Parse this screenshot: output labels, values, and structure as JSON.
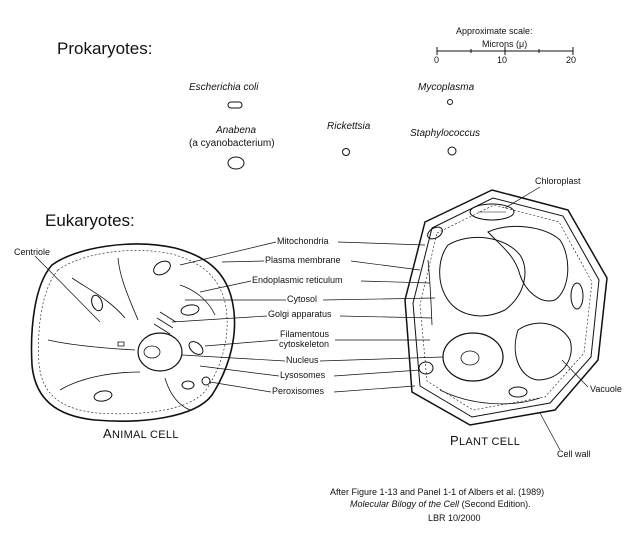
{
  "headings": {
    "prokaryotes": "Prokaryotes:",
    "eukaryotes": "Eukaryotes:"
  },
  "scale": {
    "title": "Approximate scale:",
    "unit": "Microns (μ)",
    "ticks": [
      "0",
      "10",
      "20"
    ]
  },
  "prokaryotes": {
    "ecoli": "Escherichia coli",
    "mycoplasma": "Mycoplasma",
    "anabena": "Anabena",
    "anabena_note": "(a cyanobacterium)",
    "rickettsia": "Rickettsia",
    "staphylococcus": "Staphylococcus"
  },
  "labels": {
    "centriole": "Centriole",
    "mitochondria": "Mitochondria",
    "plasma_membrane": "Plasma membrane",
    "er": "Endoplasmic reticulum",
    "cytosol": "Cytosol",
    "golgi": "Golgi apparatus",
    "filamentous1": "Filamentous",
    "filamentous2": "cytoskeleton",
    "nucleus": "Nucleus",
    "lysosomes": "Lysosomes",
    "peroxisomes": "Peroxisomes",
    "chloroplast": "Chloroplast",
    "vacuole": "Vacuole",
    "cell_wall": "Cell wall"
  },
  "captions": {
    "animal_first": "A",
    "animal_rest": "NIMAL CELL",
    "plant_first": "P",
    "plant_rest": "LANT CELL"
  },
  "citation": {
    "line1": "After Figure 1-13 and Panel 1-1 of Albers et al. (1989)",
    "line2": "Molecular Bilogy of the Cell",
    "line2_suffix": " (Second Edition).",
    "line3": "LBR 10/2000"
  }
}
